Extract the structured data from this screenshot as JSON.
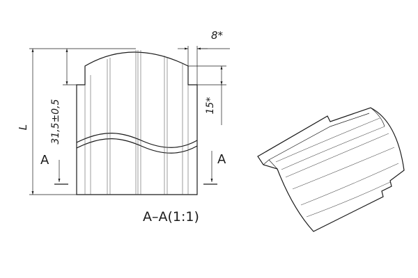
{
  "drawing": {
    "dim_total_length": "L",
    "dim_height": "31,5±0,5",
    "dim_step_width": "8*",
    "dim_step_height": "15*",
    "section_mark_left": "A",
    "section_mark_right": "A",
    "section_caption": "A–A(1:1)"
  },
  "colors": {
    "line": "#1a1a1a",
    "background": "#ffffff"
  }
}
